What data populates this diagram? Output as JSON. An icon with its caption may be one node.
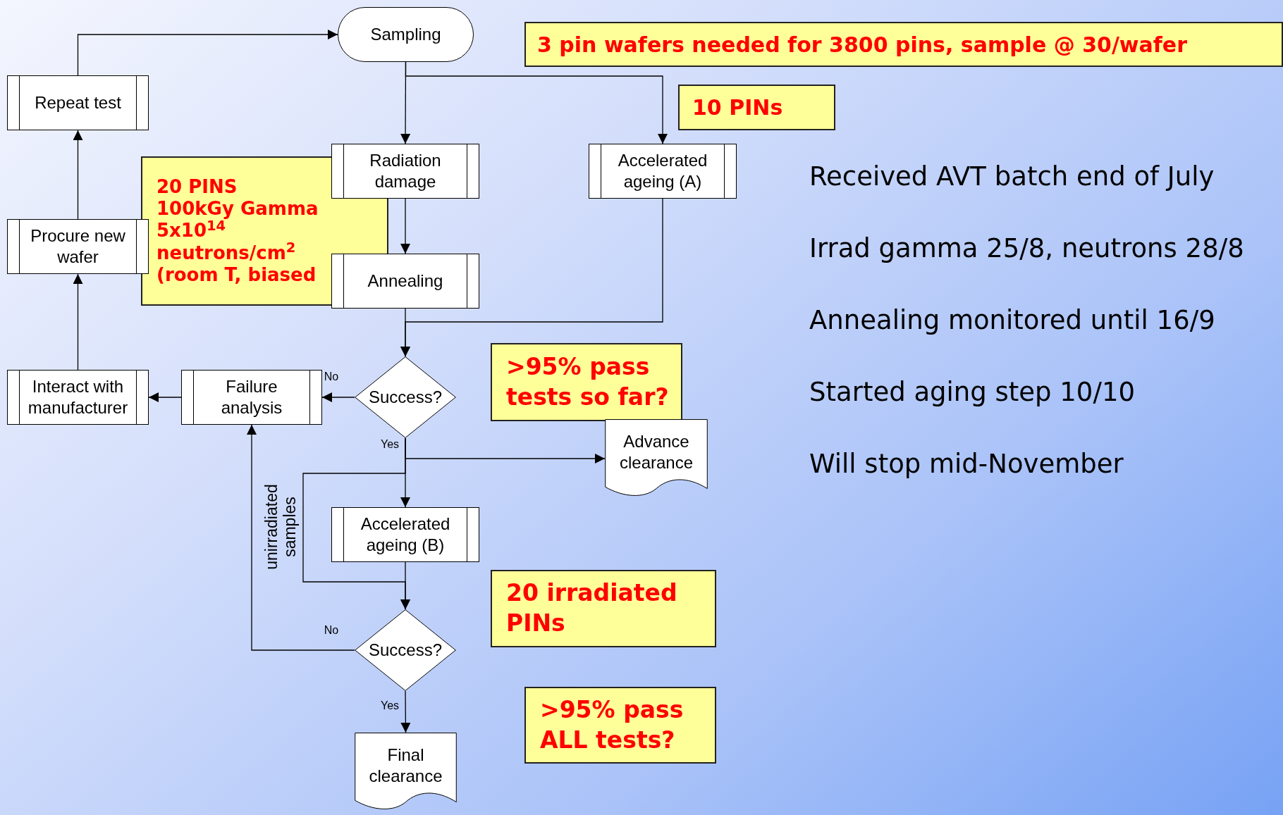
{
  "diagram": {
    "nodes": [
      {
        "text": [
          "Sampling"
        ]
      },
      {
        "text": [
          "Repeat test"
        ]
      },
      {
        "text": [
          "Radiation damage"
        ]
      },
      {
        "text": [
          "Accelerated ageing (A)"
        ]
      },
      {
        "text": [
          "Procure new wafer"
        ]
      },
      {
        "text": [
          "Annealing"
        ]
      },
      {
        "text": [
          "Success?"
        ]
      },
      {
        "text": [
          "Interact with manufacturer"
        ]
      },
      {
        "text": [
          "Failure analysis"
        ]
      },
      {
        "text": [
          "Advance clearance"
        ]
      },
      {
        "text": [
          "Accelerated ageing (B)"
        ]
      },
      {
        "text": [
          "Success?"
        ]
      },
      {
        "text": [
          "Final clearance"
        ]
      },
      {
        "text": [
          "3 pin wafers needed for 3800 pins, sample @ 30/wafer"
        ]
      },
      {
        "text": [
          "10 PINs"
        ]
      },
      {
        "text": [
          "20 PINS 100kGy Gamma 5x10$^{14}$ neutrons/cm$^{2}$ (room T, biased"
        ]
      },
      {
        "text": [
          ">95% pass tests so far?"
        ]
      },
      {
        "text": [
          "20 irradiated PINs"
        ]
      },
      {
        "text": [
          ">95% pass ALL tests?"
        ]
      }
    ],
    "edges": [
      {
        "from": 1,
        "to": 0,
        "arrow": "to"
      },
      {
        "from": 0,
        "to": 2,
        "arrow": "to"
      },
      {
        "from": 0,
        "to": 3,
        "arrow": "to"
      },
      {
        "from": 2,
        "to": 5,
        "arrow": "to"
      },
      {
        "from": 5,
        "to": 6,
        "arrow": "to"
      },
      {
        "from": 3,
        "to": 6,
        "arrow": "to"
      },
      {
        "from": 6,
        "to": 8,
        "arrow": "to",
        "label": "No"
      },
      {
        "from": 8,
        "to": 7,
        "arrow": "to"
      },
      {
        "from": 7,
        "to": 4,
        "arrow": "to"
      },
      {
        "from": 4,
        "to": 1,
        "arrow": "to"
      },
      {
        "from": 6,
        "to": 9,
        "arrow": "to"
      },
      {
        "from": 6,
        "to": 10,
        "arrow": "to",
        "label": "Yes"
      },
      {
        "from": 6,
        "to": 11,
        "arrow": "to",
        "label": "unirradiated samples"
      },
      {
        "from": 10,
        "to": 11,
        "arrow": "to"
      },
      {
        "from": 11,
        "to": 8,
        "arrow": "to",
        "label": "No"
      },
      {
        "from": 11,
        "to": 12,
        "arrow": "to",
        "label": "Yes"
      }
    ],
    "labels": [
      "Received AVT batch end of July",
      "Irrad gamma 25/8, neutrons 28/8",
      "Annealing monitored until 16/9",
      "Started aging step 10/10",
      "Will stop mid-November"
    ]
  }
}
